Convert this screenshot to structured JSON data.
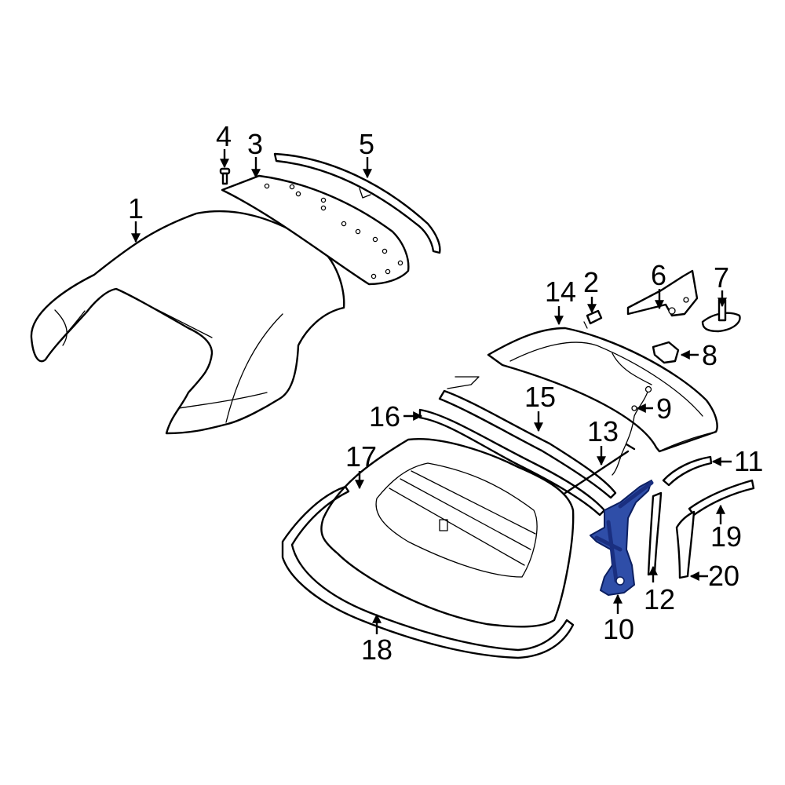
{
  "diagram": {
    "highlight_color": "#2f4ea8",
    "highlighted_part": "10",
    "callouts": [
      {
        "id": "1",
        "label": "1"
      },
      {
        "id": "2",
        "label": "2"
      },
      {
        "id": "3",
        "label": "3"
      },
      {
        "id": "4",
        "label": "4"
      },
      {
        "id": "5",
        "label": "5"
      },
      {
        "id": "6",
        "label": "6"
      },
      {
        "id": "7",
        "label": "7"
      },
      {
        "id": "8",
        "label": "8"
      },
      {
        "id": "9",
        "label": "9"
      },
      {
        "id": "10",
        "label": "10"
      },
      {
        "id": "11",
        "label": "11"
      },
      {
        "id": "12",
        "label": "12"
      },
      {
        "id": "13",
        "label": "13"
      },
      {
        "id": "14",
        "label": "14"
      },
      {
        "id": "15",
        "label": "15"
      },
      {
        "id": "16",
        "label": "16"
      },
      {
        "id": "17",
        "label": "17"
      },
      {
        "id": "18",
        "label": "18"
      },
      {
        "id": "19",
        "label": "19"
      },
      {
        "id": "20",
        "label": "20"
      }
    ]
  }
}
